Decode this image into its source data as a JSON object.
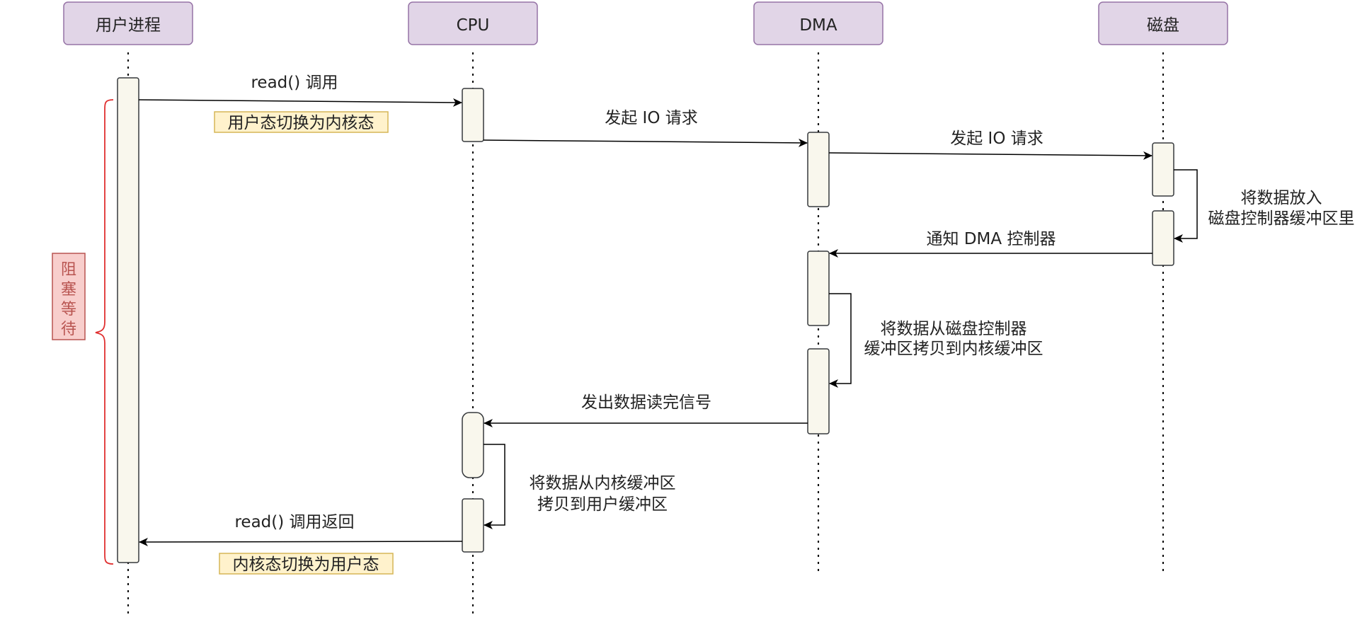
{
  "colors": {
    "participant_fill": "#e1d5e7",
    "participant_stroke": "#9673a6",
    "activation_fill": "#f9f7ed",
    "activation_stroke": "#36393d",
    "highlight_fill": "#fff2cc",
    "highlight_stroke": "#d6b656",
    "blocking_fill": "#f8cecc",
    "blocking_stroke": "#b85450",
    "blocking_text": "#b85450",
    "arrow": "#000000"
  },
  "participants": [
    {
      "id": "user",
      "label": "用户进程"
    },
    {
      "id": "cpu",
      "label": "CPU"
    },
    {
      "id": "dma",
      "label": "DMA"
    },
    {
      "id": "disk",
      "label": "磁盘"
    }
  ],
  "messages": {
    "read_call": "read() 调用",
    "user_to_kernel": "用户态切换为内核态",
    "cpu_io_request": "发起 IO 请求",
    "dma_io_request": "发起 IO 请求",
    "disk_fill_buffer": [
      "将数据放入",
      "磁盘控制器缓冲区里"
    ],
    "notify_dma": "通知 DMA 控制器",
    "dma_copy": [
      "将数据从磁盘控制器",
      "缓冲区拷贝到内核缓冲区"
    ],
    "read_done_signal": "发出数据读完信号",
    "cpu_copy": [
      "将数据从内核缓冲区",
      "拷贝到用户缓冲区"
    ],
    "read_return": "read() 调用返回",
    "kernel_to_user": "内核态切换为用户态"
  },
  "blocking_wait": [
    "阻",
    "塞",
    "等",
    "待"
  ]
}
